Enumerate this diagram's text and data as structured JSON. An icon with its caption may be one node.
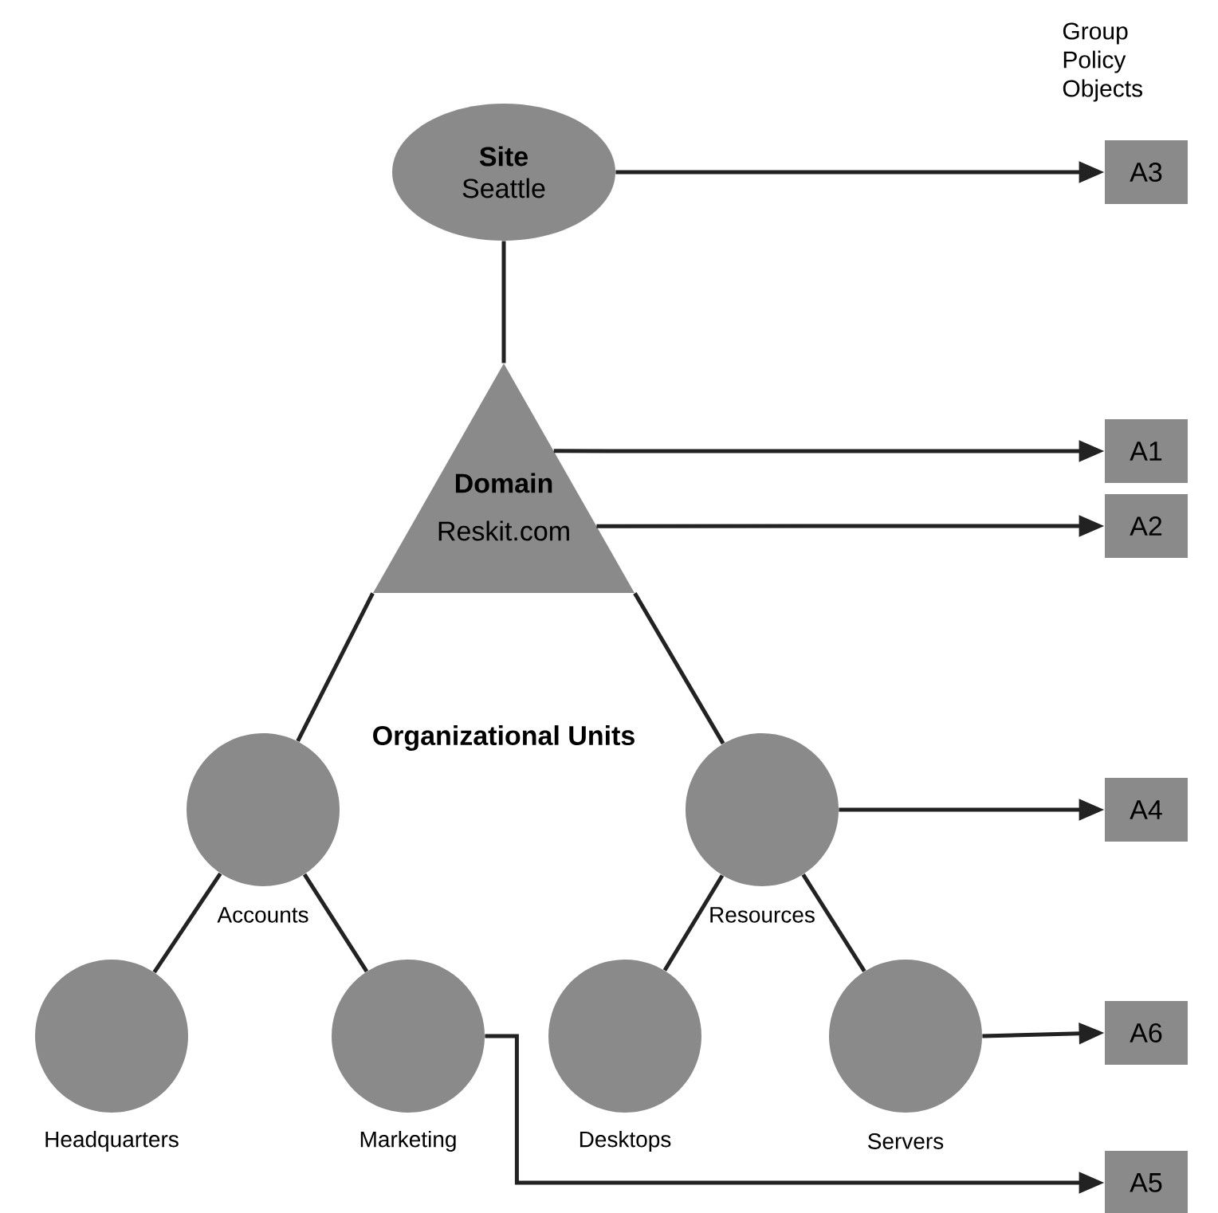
{
  "diagram": {
    "nodes": [
      {
        "text": [
          "Site",
          "Seattle"
        ]
      },
      {
        "text": [
          "Domain",
          "Reskit.com"
        ]
      },
      {
        "text": [
          "Accounts"
        ]
      },
      {
        "text": [
          "Resources"
        ]
      },
      {
        "text": [
          "Headquarters"
        ]
      },
      {
        "text": [
          "Marketing"
        ]
      },
      {
        "text": [
          "Desktops"
        ]
      },
      {
        "text": [
          "Servers"
        ]
      },
      {
        "text": [
          "A3"
        ]
      },
      {
        "text": [
          "A1"
        ]
      },
      {
        "text": [
          "A2"
        ]
      },
      {
        "text": [
          "A4"
        ]
      },
      {
        "text": [
          "A6"
        ]
      },
      {
        "text": [
          "A5"
        ]
      }
    ],
    "edges": [
      {
        "from": 0,
        "to": 1,
        "arrow": "none"
      },
      {
        "from": 1,
        "to": 2,
        "arrow": "none"
      },
      {
        "from": 1,
        "to": 3,
        "arrow": "none"
      },
      {
        "from": 2,
        "to": 4,
        "arrow": "none"
      },
      {
        "from": 2,
        "to": 5,
        "arrow": "none"
      },
      {
        "from": 3,
        "to": 6,
        "arrow": "none"
      },
      {
        "from": 3,
        "to": 7,
        "arrow": "none"
      },
      {
        "from": 0,
        "to": 8,
        "arrow": "to"
      },
      {
        "from": 1,
        "to": 9,
        "arrow": "to"
      },
      {
        "from": 1,
        "to": 10,
        "arrow": "to"
      },
      {
        "from": 3,
        "to": 11,
        "arrow": "to"
      },
      {
        "from": 7,
        "to": 12,
        "arrow": "to"
      },
      {
        "from": 5,
        "to": 13,
        "arrow": "to"
      }
    ],
    "labels": [
      "Group Policy Objects",
      "Organizational Units"
    ]
  }
}
